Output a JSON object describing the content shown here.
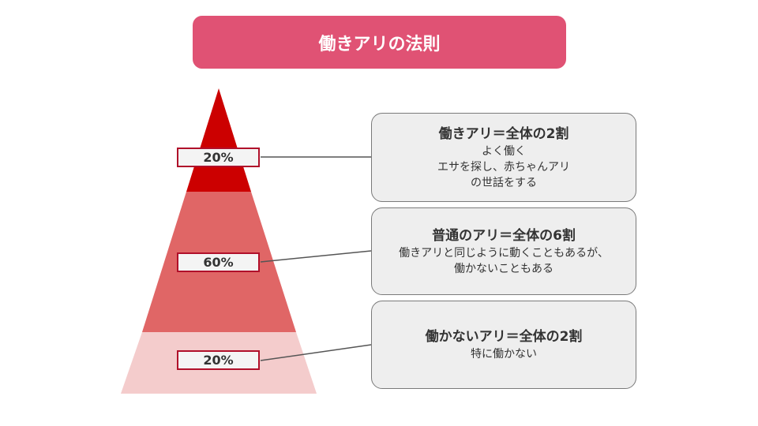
{
  "title": "働きアリの法則",
  "colors": {
    "title_bg": "#e05274",
    "tier_top": "#cc0000",
    "tier_middle": "#e06666",
    "tier_bottom": "#f4cccc",
    "label_border": "#b0102a"
  },
  "tiers": [
    {
      "percent": "20%",
      "heading": "働きアリ＝全体の2割",
      "lines": [
        "よく働く",
        "エサを探し、赤ちゃんアリ",
        "の世話をする"
      ]
    },
    {
      "percent": "60%",
      "heading": "普通のアリ＝全体の6割",
      "lines": [
        "働きアリと同じように動くこともあるが、",
        "働かないこともある"
      ]
    },
    {
      "percent": "20%",
      "heading": "働かないアリ＝全体の2割",
      "lines": [
        "特に働かない"
      ]
    }
  ]
}
